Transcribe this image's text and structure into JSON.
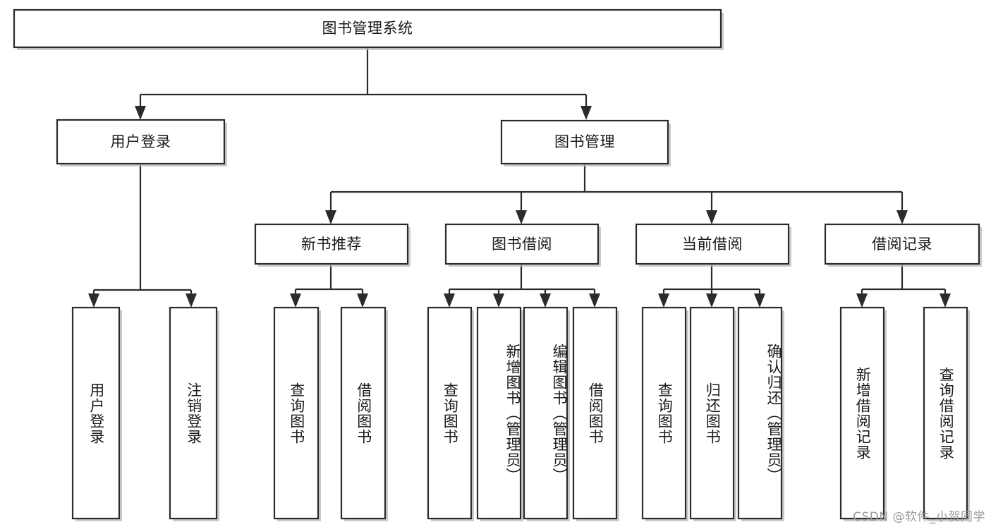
{
  "diagram": {
    "type": "tree-hierarchy-flowchart",
    "title": "图书管理系统",
    "orientation": "top-down",
    "levels": 4,
    "root": {
      "id": "root",
      "label": "图书管理系统",
      "level": 0
    },
    "level2": [
      {
        "id": "user-login",
        "label": "用户登录",
        "level": 1
      },
      {
        "id": "book-management",
        "label": "图书管理",
        "level": 1
      }
    ],
    "level3": [
      {
        "id": "new-book-recommend",
        "label": "新书推荐",
        "level": 2,
        "parent": "book-management"
      },
      {
        "id": "book-borrow",
        "label": "图书借阅",
        "level": 2,
        "parent": "book-management"
      },
      {
        "id": "current-borrow",
        "label": "当前借阅",
        "level": 2,
        "parent": "book-management"
      },
      {
        "id": "borrow-record",
        "label": "借阅记录",
        "level": 2,
        "parent": "book-management"
      }
    ],
    "leaves": [
      {
        "id": "leaf-user-login",
        "label": "用户登录",
        "parent": "user-login"
      },
      {
        "id": "leaf-logout",
        "label": "注销登录",
        "parent": "user-login"
      },
      {
        "id": "leaf-query-book-1",
        "label": "查询图书",
        "parent": "new-book-recommend"
      },
      {
        "id": "leaf-borrow-book-1",
        "label": "借阅图书",
        "parent": "new-book-recommend"
      },
      {
        "id": "leaf-query-book-2",
        "label": "查询图书",
        "parent": "book-borrow"
      },
      {
        "id": "leaf-add-book",
        "label": "新增图书（管理员）",
        "parent": "book-borrow"
      },
      {
        "id": "leaf-edit-book",
        "label": "编辑图书（管理员）",
        "parent": "book-borrow"
      },
      {
        "id": "leaf-borrow-book-2",
        "label": "借阅图书",
        "parent": "book-borrow"
      },
      {
        "id": "leaf-query-book-3",
        "label": "查询图书",
        "parent": "current-borrow"
      },
      {
        "id": "leaf-return-book",
        "label": "归还图书",
        "parent": "current-borrow"
      },
      {
        "id": "leaf-confirm-return",
        "label": "确认归还（管理员）",
        "parent": "current-borrow"
      },
      {
        "id": "leaf-add-record",
        "label": "新增借阅记录",
        "parent": "borrow-record"
      },
      {
        "id": "leaf-query-record",
        "label": "查询借阅记录",
        "parent": "borrow-record"
      }
    ],
    "colors": {
      "box_fill": "#ffffff",
      "box_stroke": "#2b2b2b",
      "connector": "#2b2b2b",
      "text": "#1a1a1a",
      "background": "#ffffff",
      "watermark": "#9a9a9a"
    }
  },
  "watermark": {
    "text": "CSDN @软件_小贺同学"
  }
}
